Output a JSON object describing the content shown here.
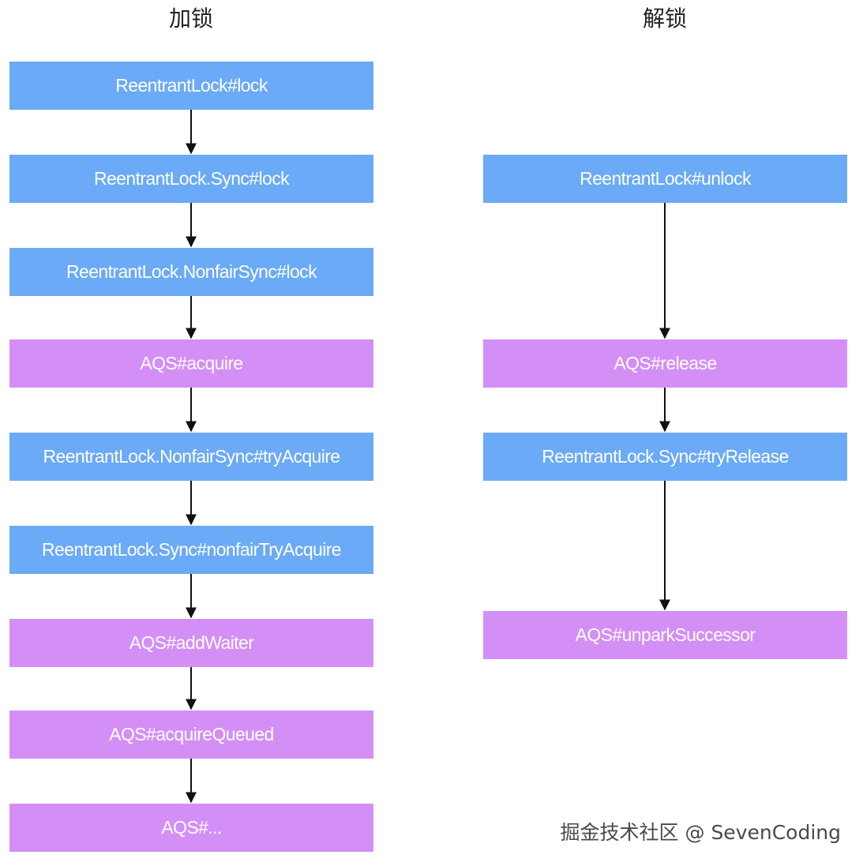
{
  "titles": {
    "lock": "加锁",
    "unlock": "解锁"
  },
  "colors": {
    "blue": "#6aaaf6",
    "purple": "#d38ff6",
    "arrow": "#111111"
  },
  "lock_nodes": [
    {
      "label": "ReentrantLock#lock",
      "color": "blue"
    },
    {
      "label": "ReentrantLock.Sync#lock",
      "color": "blue"
    },
    {
      "label": "ReentrantLock.NonfairSync#lock",
      "color": "blue"
    },
    {
      "label": "AQS#acquire",
      "color": "purple"
    },
    {
      "label": "ReentrantLock.NonfairSync#tryAcquire",
      "color": "blue"
    },
    {
      "label": "ReentrantLock.Sync#nonfairTryAcquire",
      "color": "blue"
    },
    {
      "label": "AQS#addWaiter",
      "color": "purple"
    },
    {
      "label": "AQS#acquireQueued",
      "color": "purple"
    },
    {
      "label": "AQS#...",
      "color": "purple"
    }
  ],
  "unlock_nodes": [
    {
      "label": "ReentrantLock#unlock",
      "color": "blue"
    },
    {
      "label": "AQS#release",
      "color": "purple"
    },
    {
      "label": "ReentrantLock.Sync#tryRelease",
      "color": "blue"
    },
    {
      "label": "AQS#unparkSuccessor",
      "color": "purple"
    }
  ],
  "watermark": "掘金技术社区 @ SevenCoding"
}
